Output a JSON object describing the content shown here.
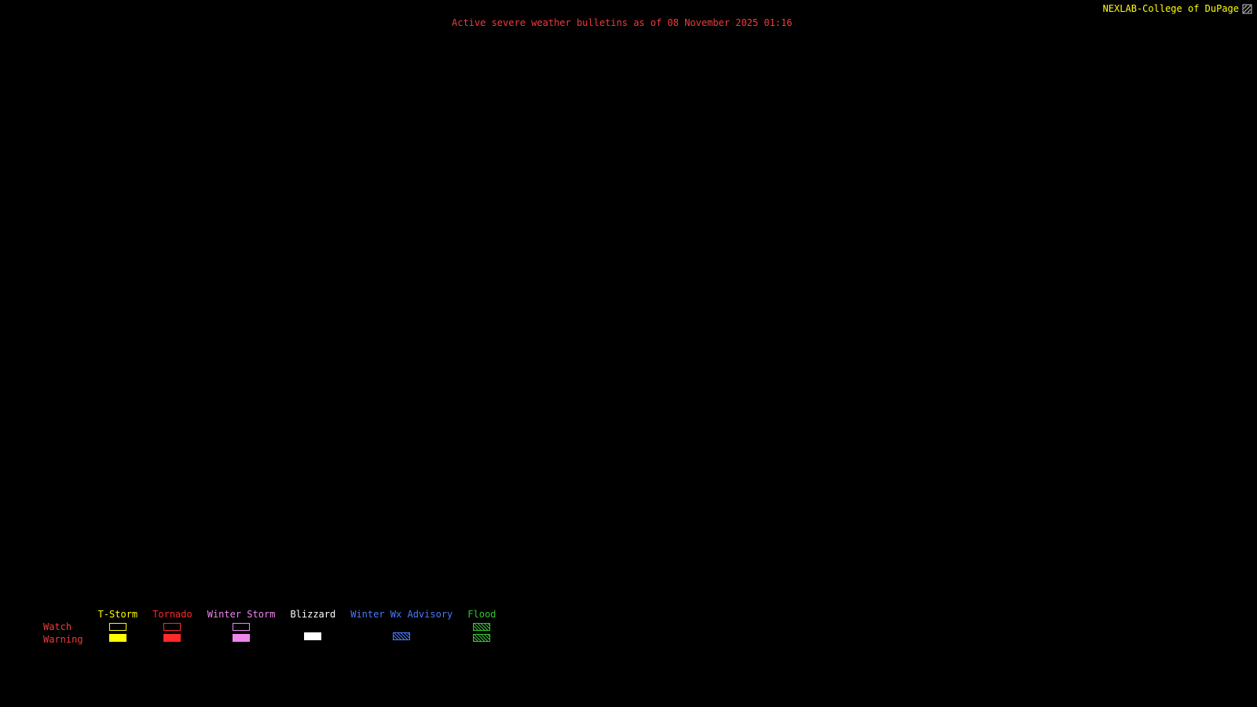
{
  "header": {
    "brand": "NEXLAB-College of DuPage",
    "title": "Active severe weather bulletins as of 08 November 2025 01:16",
    "brand_color": "#ffff00",
    "title_color": "#f23b3b"
  },
  "icons": {
    "brand_logo": "nexlab-logo-icon"
  },
  "legend": {
    "row_labels": [
      "Watch",
      "Warning"
    ],
    "row_label_color": "#f23b3b",
    "columns": [
      {
        "label": "T-Storm",
        "color": "#ffff00",
        "watch": "outline",
        "warning": "filled"
      },
      {
        "label": "Tornado",
        "color": "#ff2a2a",
        "watch": "outline",
        "warning": "filled"
      },
      {
        "label": "Winter Storm",
        "color": "#ee86ee",
        "watch": "outline",
        "warning": "filled"
      },
      {
        "label": "Blizzard",
        "color": "#ffffff",
        "watch": "none",
        "warning": "filled"
      },
      {
        "label": "Winter Wx Advisory",
        "color": "#4879ff",
        "watch": "none",
        "warning": "hatched"
      },
      {
        "label": "Flood",
        "color": "#35c435",
        "watch": "hatched",
        "warning": "hatched"
      }
    ]
  }
}
